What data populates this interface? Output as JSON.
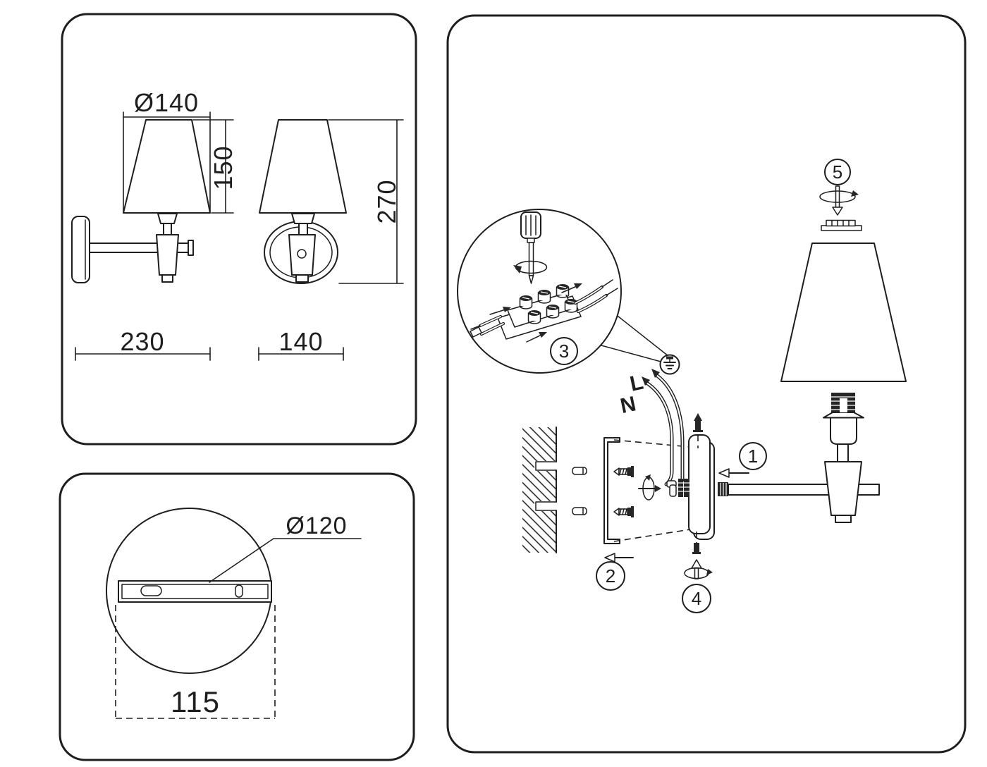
{
  "colors": {
    "background": "#ffffff",
    "line": "#1e1e1e"
  },
  "panel_dimensions": {
    "shade_diameter": "Ø140",
    "shade_height": "150",
    "overall_height": "270",
    "arm_depth": "230",
    "shade_width": "140"
  },
  "mounting_plate": {
    "plate_diameter": "Ø120",
    "hole_spacing": "115"
  },
  "installation": {
    "wire_live": "L",
    "wire_neutral": "N",
    "steps": [
      {
        "number": "1"
      },
      {
        "number": "2"
      },
      {
        "number": "3"
      },
      {
        "number": "4"
      },
      {
        "number": "5"
      }
    ]
  }
}
